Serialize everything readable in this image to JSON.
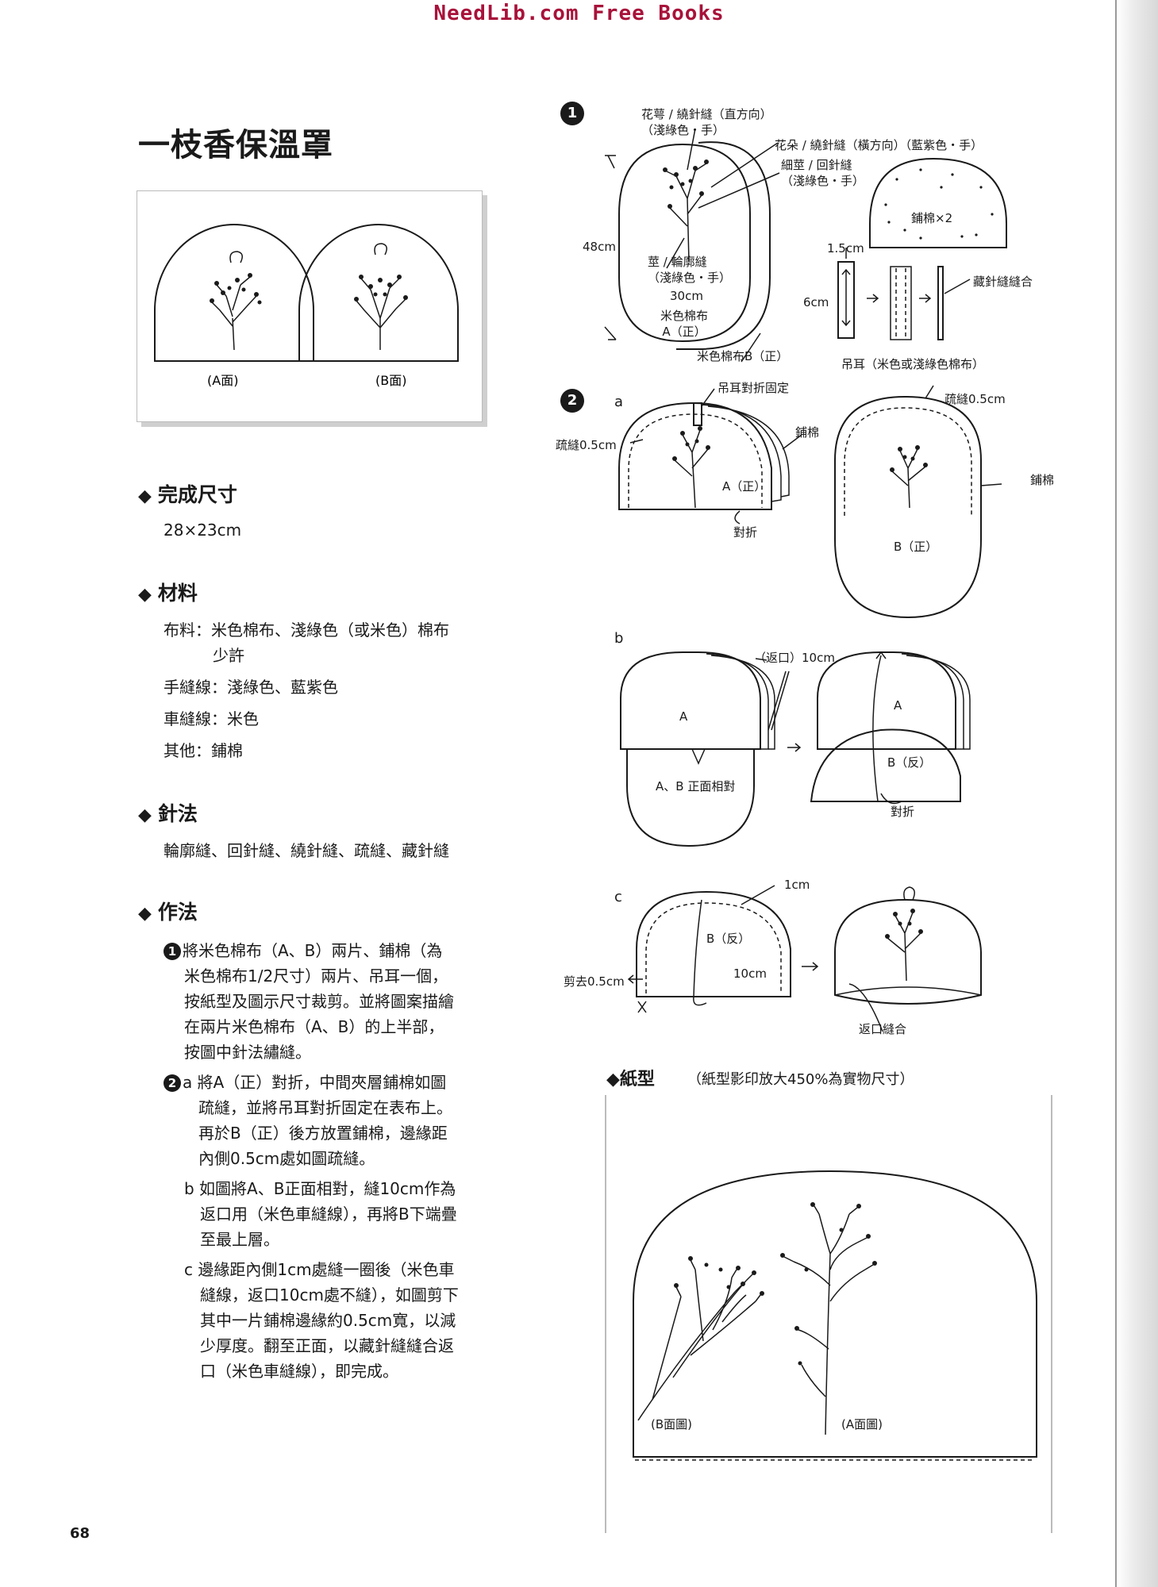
{
  "header": {
    "watermark": "NeedLib.com Free Books"
  },
  "title": "一枝香保溫罩",
  "photo": {
    "label_a": "(A面)",
    "label_b": "(B面)"
  },
  "sections": {
    "size": {
      "heading": "完成尺寸",
      "value": "28×23cm"
    },
    "materials": {
      "heading": "材料",
      "lines": [
        "布料：米色棉布、淺綠色（或米色）棉布",
        "少許",
        "手縫線：淺綠色、藍紫色",
        "車縫線：米色",
        "其他：鋪棉"
      ]
    },
    "stitches": {
      "heading": "針法",
      "value": "輪廓縫、回針縫、繞針縫、疏縫、藏針縫"
    },
    "method": {
      "heading": "作法",
      "step1_num": "1",
      "step1": [
        "將米色棉布（A、B）兩片、鋪棉（為",
        "米色棉布1/2尺寸）兩片、吊耳一個，",
        "按紙型及圖示尺寸裁剪。並將圖案描繪",
        "在兩片米色棉布（A、B）的上半部，",
        "按圖中針法繡縫。"
      ],
      "step2_num": "2",
      "step2a": [
        "a 將A（正）對折，中間夾層鋪棉如圖",
        "疏縫，並將吊耳對折固定在表布上。",
        "再於B（正）後方放置鋪棉，邊緣距",
        "內側0.5cm處如圖疏縫。"
      ],
      "step2b": [
        "b 如圖將A、B正面相對，縫10cm作為",
        "返口用（米色車縫線），再將B下端疊",
        "至最上層。"
      ],
      "step2c": [
        "c 邊緣距內側1cm處縫一圈後（米色車",
        "縫線，返口10cm處不縫），如圖剪下",
        "其中一片鋪棉邊緣約0.5cm寬，以減",
        "少厚度。翻至正面，以藏針縫縫合返",
        "口（米色車縫線），即完成。"
      ]
    }
  },
  "diagram1": {
    "num": "1",
    "calyx": "花萼 / 繞針縫（直方向）",
    "calyx_color": "（淺綠色・手）",
    "flower": "花朵 / 繞針縫（橫方向）（藍紫色・手）",
    "twig": "細莖 / 回針縫",
    "twig_color": "（淺綠色・手）",
    "height": "48cm",
    "stem": "莖 / 輪廓縫",
    "stem_color": "（淺綠色・手）",
    "width": "30cm",
    "fabric_a1": "米色棉布",
    "fabric_a2": "A（正）",
    "fabric_b": "米色棉布B（正）",
    "batting": "鋪棉×2",
    "tab_w": "1.5cm",
    "tab_h": "6cm",
    "tab_name": "吊耳（米色或淺綠色棉布）",
    "blind": "藏針縫縫合"
  },
  "diagram2a": {
    "num": "2",
    "letter": "a",
    "tab_fix": "吊耳對折固定",
    "baste_left": "疏縫0.5cm",
    "batting_left": "鋪棉",
    "a_front": "A（正）",
    "fold": "對折",
    "baste_right": "疏縫0.5cm",
    "batting_right": "鋪棉",
    "b_front": "B（正）"
  },
  "diagram2b": {
    "letter": "b",
    "opening": "（返口）10cm",
    "a_left": "A",
    "face": "A、B 正面相對",
    "a_right": "A",
    "b_back": "B（反）",
    "fold": "對折"
  },
  "diagram2c": {
    "letter": "c",
    "one_cm": "1cm",
    "b_back": "B（反）",
    "ten_cm": "10cm",
    "cut": "剪去0.5cm",
    "close": "返口縫合"
  },
  "pattern": {
    "heading": "紙型",
    "note": "（紙型影印放大450%為實物尺寸）",
    "label_b": "(B面圖)",
    "label_a": "(A面圖)"
  },
  "page_number": "68"
}
